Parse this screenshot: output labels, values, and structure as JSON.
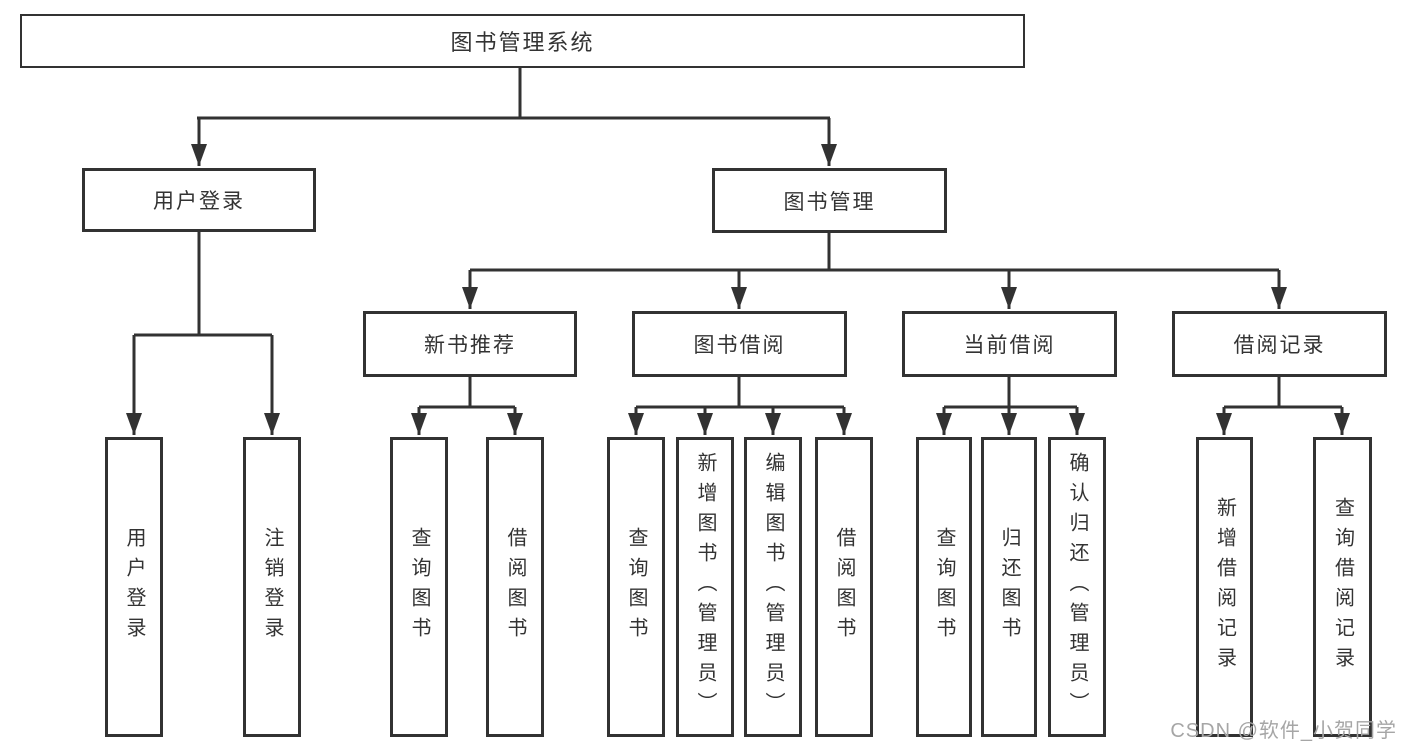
{
  "tree": {
    "label": "图书管理系统",
    "children": [
      {
        "label": "用户登录",
        "children": [
          {
            "label": "用户登录"
          },
          {
            "label": "注销登录"
          }
        ]
      },
      {
        "label": "图书管理",
        "children": [
          {
            "label": "新书推荐",
            "children": [
              {
                "label": "查询图书"
              },
              {
                "label": "借阅图书"
              }
            ]
          },
          {
            "label": "图书借阅",
            "children": [
              {
                "label": "查询图书"
              },
              {
                "label": "新增图书（管理员）"
              },
              {
                "label": "编辑图书（管理员）"
              },
              {
                "label": "借阅图书"
              }
            ]
          },
          {
            "label": "当前借阅",
            "children": [
              {
                "label": "查询图书"
              },
              {
                "label": "归还图书"
              },
              {
                "label": "确认归还（管理员）"
              }
            ]
          },
          {
            "label": "借阅记录",
            "children": [
              {
                "label": "新增借阅记录"
              },
              {
                "label": "查询借阅记录"
              }
            ]
          }
        ]
      }
    ]
  },
  "watermark": {
    "text": "CSDN @软件_小贺同学",
    "color": "#a6a6a6"
  },
  "colors": {
    "line": "#323232",
    "box_border": "#323232",
    "text": "#333333",
    "background": "#ffffff"
  }
}
